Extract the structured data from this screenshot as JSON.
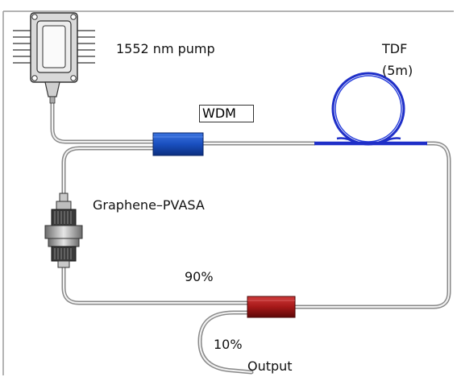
{
  "labels": {
    "pump": "1552 nm pump",
    "tdf_name": "TDF",
    "tdf_length": "(5m)",
    "wdm": "WDM",
    "sa": "Graphene–PVASA",
    "ratio_90": "90%",
    "ratio_10": "10%",
    "output": "Output"
  },
  "colors": {
    "fiber": "#8a8a8a",
    "fiber_inner": "#f2f2f2",
    "wdm_fill": "#1a4fbf",
    "coupler_fill": "#a51818",
    "tdf_coil": "#1f2fc8",
    "frame": "#9a9a9a"
  },
  "icons": [
    "laser-pump-module-icon",
    "wdm-coupler-icon",
    "fiber-coil-icon",
    "saturable-absorber-connector-icon",
    "output-coupler-icon"
  ]
}
